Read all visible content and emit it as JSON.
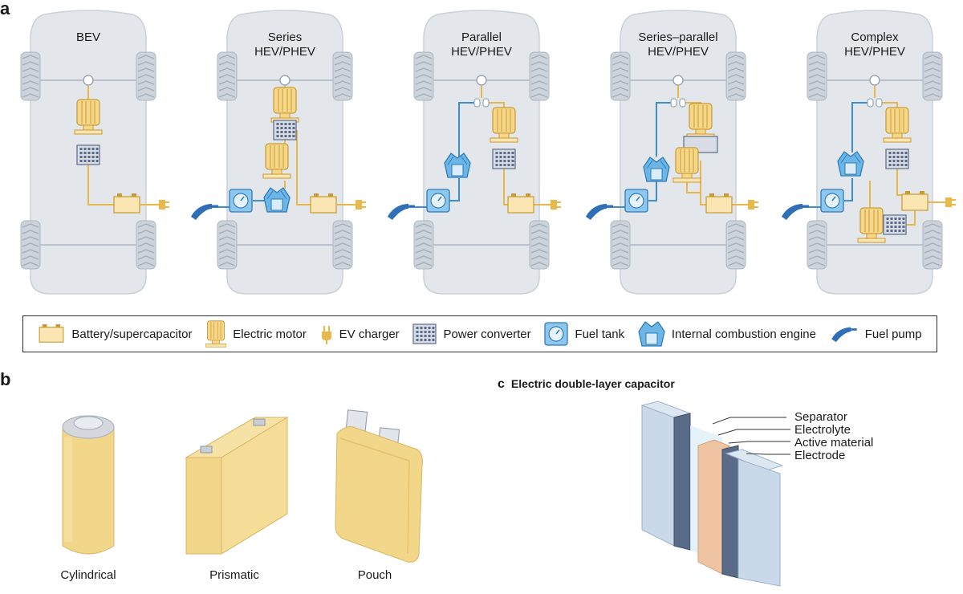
{
  "panels": {
    "a": "a",
    "b": "b",
    "c": "c"
  },
  "cars": [
    {
      "line1": "BEV",
      "line2": ""
    },
    {
      "line1": "Series",
      "line2": "HEV/PHEV"
    },
    {
      "line1": "Parallel",
      "line2": "HEV/PHEV"
    },
    {
      "line1": "Series–parallel",
      "line2": "HEV/PHEV"
    },
    {
      "line1": "Complex",
      "line2": "HEV/PHEV"
    }
  ],
  "legend": [
    {
      "icon": "battery-icon",
      "label": "Battery/supercapacitor"
    },
    {
      "icon": "electric-motor-icon",
      "label": "Electric motor"
    },
    {
      "icon": "ev-charger-icon",
      "label": "EV charger"
    },
    {
      "icon": "power-converter-icon",
      "label": "Power converter"
    },
    {
      "icon": "fuel-tank-icon",
      "label": "Fuel tank"
    },
    {
      "icon": "engine-icon",
      "label": "Internal combustion engine"
    },
    {
      "icon": "fuel-pump-icon",
      "label": "Fuel pump"
    }
  ],
  "cells": [
    {
      "label": "Cylindrical"
    },
    {
      "label": "Prismatic"
    },
    {
      "label": "Pouch"
    }
  ],
  "edlc": {
    "title": "Electric double-layer capacitor",
    "labels": [
      "Separator",
      "Electrolyte",
      "Active material",
      "Electrode"
    ]
  },
  "colors": {
    "body": "#e3e7ec",
    "electric": "#e8b94a",
    "fuel": "#3c8fcf",
    "battery_fill": "#fbe6b3",
    "converter": "#5b6a86",
    "engine": "#6bb6e6"
  }
}
